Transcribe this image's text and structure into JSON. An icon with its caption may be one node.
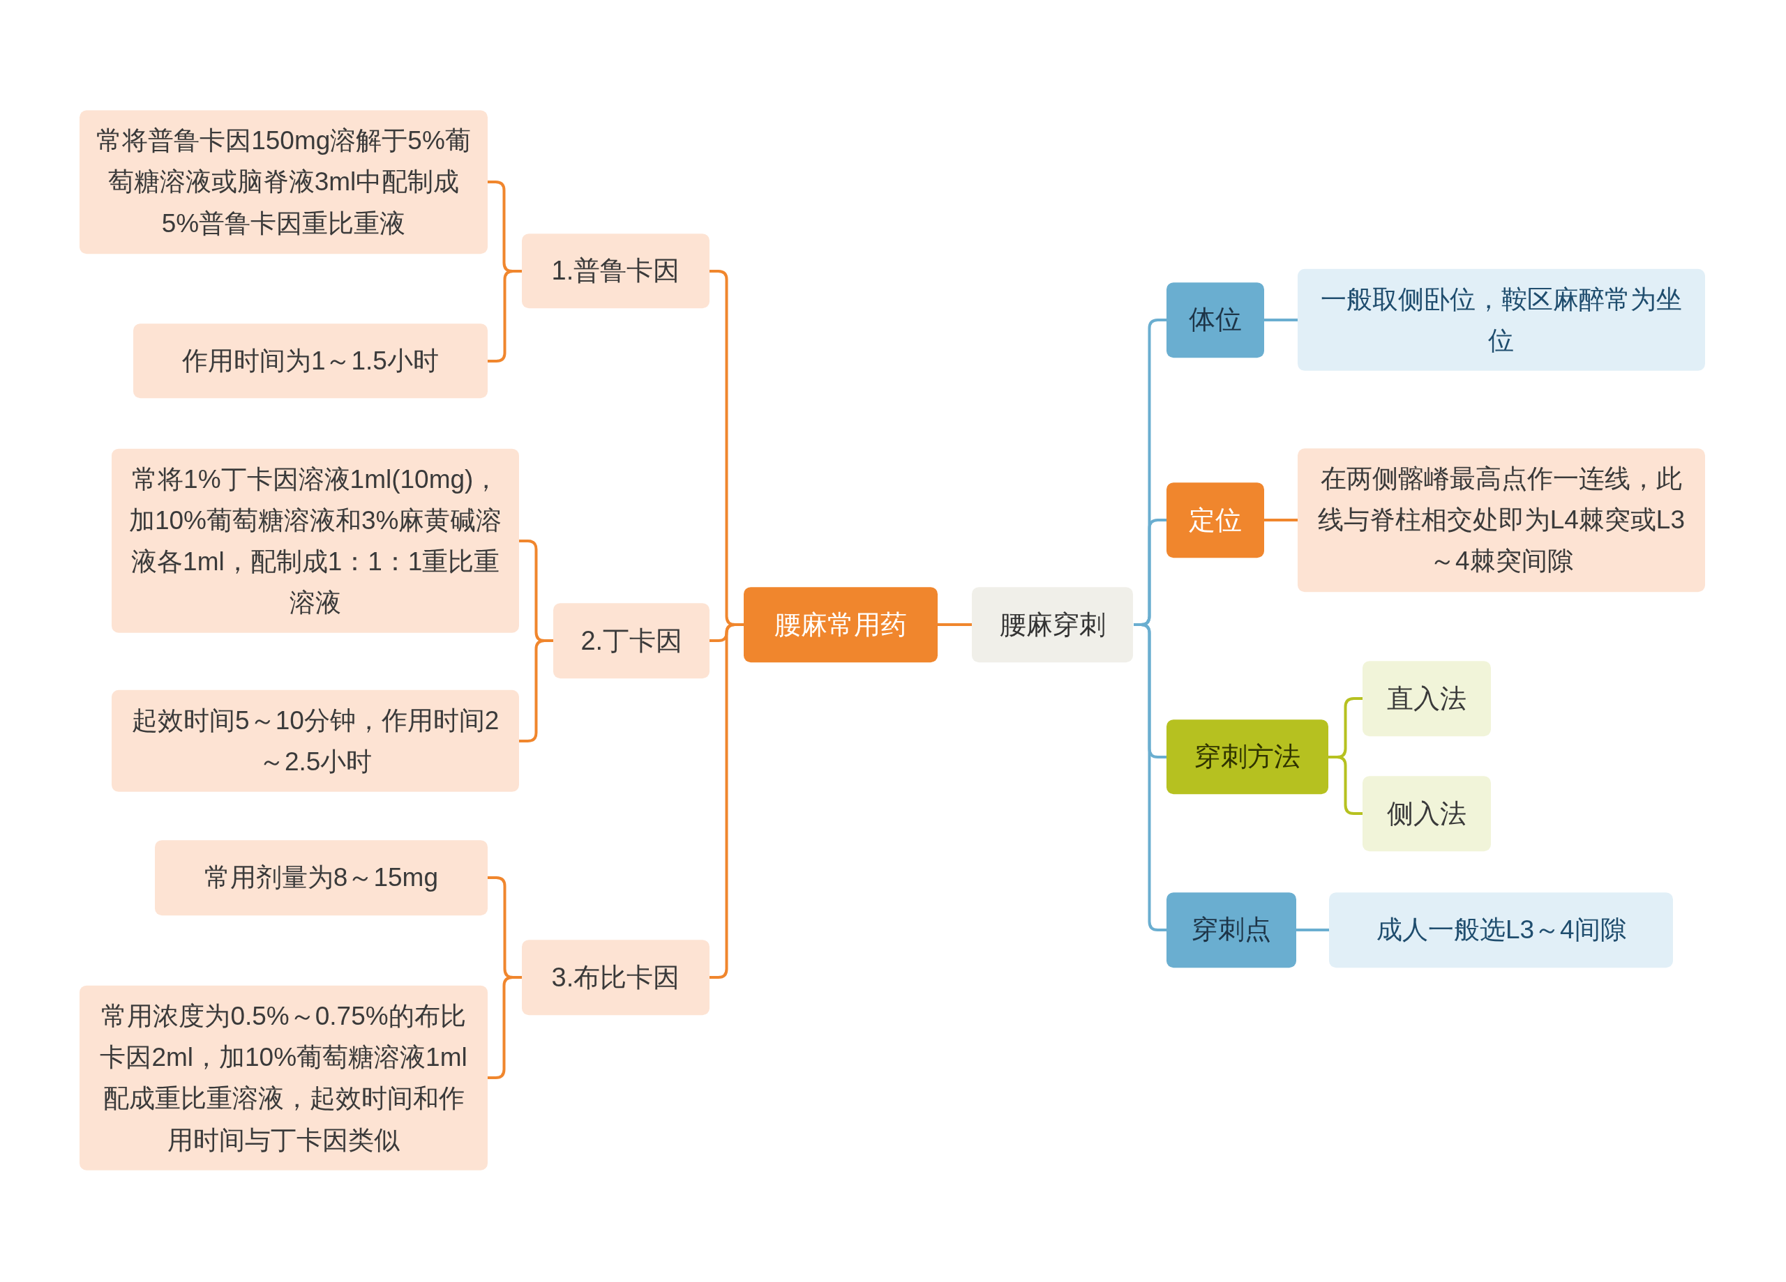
{
  "diagram": {
    "nodes": [
      {
        "text": [
          "腰麻穿刺"
        ]
      },
      {
        "text": [
          "腰麻常用药"
        ]
      },
      {
        "text": [
          "1.普鲁卡因"
        ]
      },
      {
        "text": [
          "常将普鲁卡因150mg溶解于5%葡萄糖溶液或脑脊液3ml中配制成5%普鲁卡因重比重液"
        ]
      },
      {
        "text": [
          "作用时间为1～1.5小时"
        ]
      },
      {
        "text": [
          "2.丁卡因"
        ]
      },
      {
        "text": [
          "常将1%丁卡因溶液1ml(10mg)，加10%葡萄糖溶液和3%麻黄碱溶液各1ml，配制成1：1：1重比重溶液"
        ]
      },
      {
        "text": [
          "起效时间5～10分钟，作用时间2～2.5小时"
        ]
      },
      {
        "text": [
          "3.布比卡因"
        ]
      },
      {
        "text": [
          "常用剂量为8～15mg"
        ]
      },
      {
        "text": [
          "常用浓度为0.5%～0.75%的布比卡因2ml，加10%葡萄糖溶液1ml配成重比重溶液，起效时间和作用时间与丁卡因类似"
        ]
      },
      {
        "text": [
          "体位"
        ]
      },
      {
        "text": [
          "一般取侧卧位，鞍区麻醉常为坐位"
        ]
      },
      {
        "text": [
          "定位"
        ]
      },
      {
        "text": [
          "在两侧髂嵴最高点作一连线，此线与脊柱相交处即为L4棘突或L3～4棘突间隙"
        ]
      },
      {
        "text": [
          "穿刺方法"
        ]
      },
      {
        "text": [
          "直入法"
        ]
      },
      {
        "text": [
          "侧入法"
        ]
      },
      {
        "text": [
          "穿刺点"
        ]
      },
      {
        "text": [
          "成人一般选L3～4间隙"
        ]
      }
    ],
    "edges": [
      {
        "from": 0,
        "to": 1,
        "arrow": "none"
      },
      {
        "from": 1,
        "to": 2,
        "arrow": "none"
      },
      {
        "from": 1,
        "to": 5,
        "arrow": "none"
      },
      {
        "from": 1,
        "to": 8,
        "arrow": "none"
      },
      {
        "from": 2,
        "to": 3,
        "arrow": "none"
      },
      {
        "from": 2,
        "to": 4,
        "arrow": "none"
      },
      {
        "from": 5,
        "to": 6,
        "arrow": "none"
      },
      {
        "from": 5,
        "to": 7,
        "arrow": "none"
      },
      {
        "from": 8,
        "to": 9,
        "arrow": "none"
      },
      {
        "from": 8,
        "to": 10,
        "arrow": "none"
      },
      {
        "from": 0,
        "to": 11,
        "arrow": "none",
        "color": "#6aaed0"
      },
      {
        "from": 0,
        "to": 13,
        "arrow": "none",
        "color": "#6aaed0"
      },
      {
        "from": 0,
        "to": 15,
        "arrow": "none",
        "color": "#6aaed0"
      },
      {
        "from": 0,
        "to": 18,
        "arrow": "none",
        "color": "#6aaed0"
      },
      {
        "from": 11,
        "to": 12,
        "arrow": "none",
        "color": "#6aaed0"
      },
      {
        "from": 13,
        "to": 14,
        "arrow": "none"
      },
      {
        "from": 15,
        "to": 16,
        "arrow": "none",
        "color": "#b6c120"
      },
      {
        "from": 15,
        "to": 17,
        "arrow": "none",
        "color": "#b6c120"
      },
      {
        "from": 18,
        "to": 19,
        "arrow": "none",
        "color": "#6aaed0"
      }
    ]
  }
}
